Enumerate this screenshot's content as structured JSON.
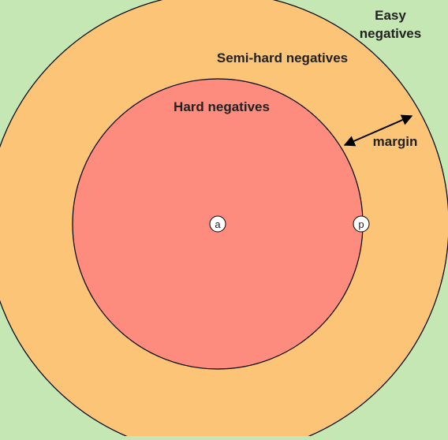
{
  "labels": {
    "easy_line1": "Easy",
    "easy_line2": "negatives",
    "semi_hard": "Semi-hard negatives",
    "hard": "Hard negatives",
    "margin": "margin",
    "anchor": "a",
    "positive": "p"
  },
  "colors": {
    "background": "#c4e7b3",
    "outer_ring": "#fcc476",
    "inner_circle": "#fe8c7e",
    "stroke": "#000000",
    "marker_fill": "#ffffff",
    "text": "#222222"
  }
}
